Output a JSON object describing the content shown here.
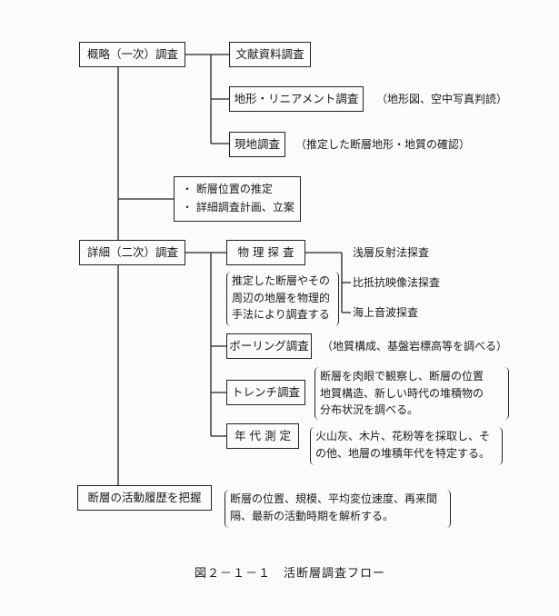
{
  "stage1": {
    "title": "概略（一次）調査",
    "items": [
      {
        "label": "文献資料調査",
        "note": ""
      },
      {
        "label": "地形・リニアメント調査",
        "note": "（地形図、空中写真判読）"
      },
      {
        "label": "現地調査",
        "note": "（推定した断層地形・地質の確認）"
      }
    ]
  },
  "intermediate": {
    "lines": [
      "・ 断層位置の推定",
      "・ 詳細調査計画、立案"
    ]
  },
  "stage2": {
    "title": "詳細（二次）調査",
    "physical": {
      "label": "物 理 探 査",
      "description": [
        "推定した断層やその",
        "周辺の地層を物理的",
        "手法により調査する"
      ],
      "methods": [
        "浅層反射法探査",
        "比抵抗映像法探査",
        "海上音波探査"
      ]
    },
    "boring": {
      "label": "ボーリング調査",
      "note": "（地質構成、基盤岩標高等を調べる）"
    },
    "trench": {
      "label": "トレンチ調査",
      "description": [
        "断層を肉眼で観察し、断層の位置",
        "地質構造、新しい時代の堆積物の",
        "分布状況を調べる。"
      ]
    },
    "dating": {
      "label": "年 代 測 定",
      "description": [
        "火山灰、木片、花粉等を採取し、そ",
        "の他、地層の堆積年代を特定する。"
      ]
    }
  },
  "stage3": {
    "title": "断層の活動履歴を把握",
    "description": [
      "断層の位置、規模、平均変位速度、再来間",
      "隔、最新の活動時期を解析する。"
    ]
  },
  "caption": "図２－１－１　活断層調査フロー"
}
